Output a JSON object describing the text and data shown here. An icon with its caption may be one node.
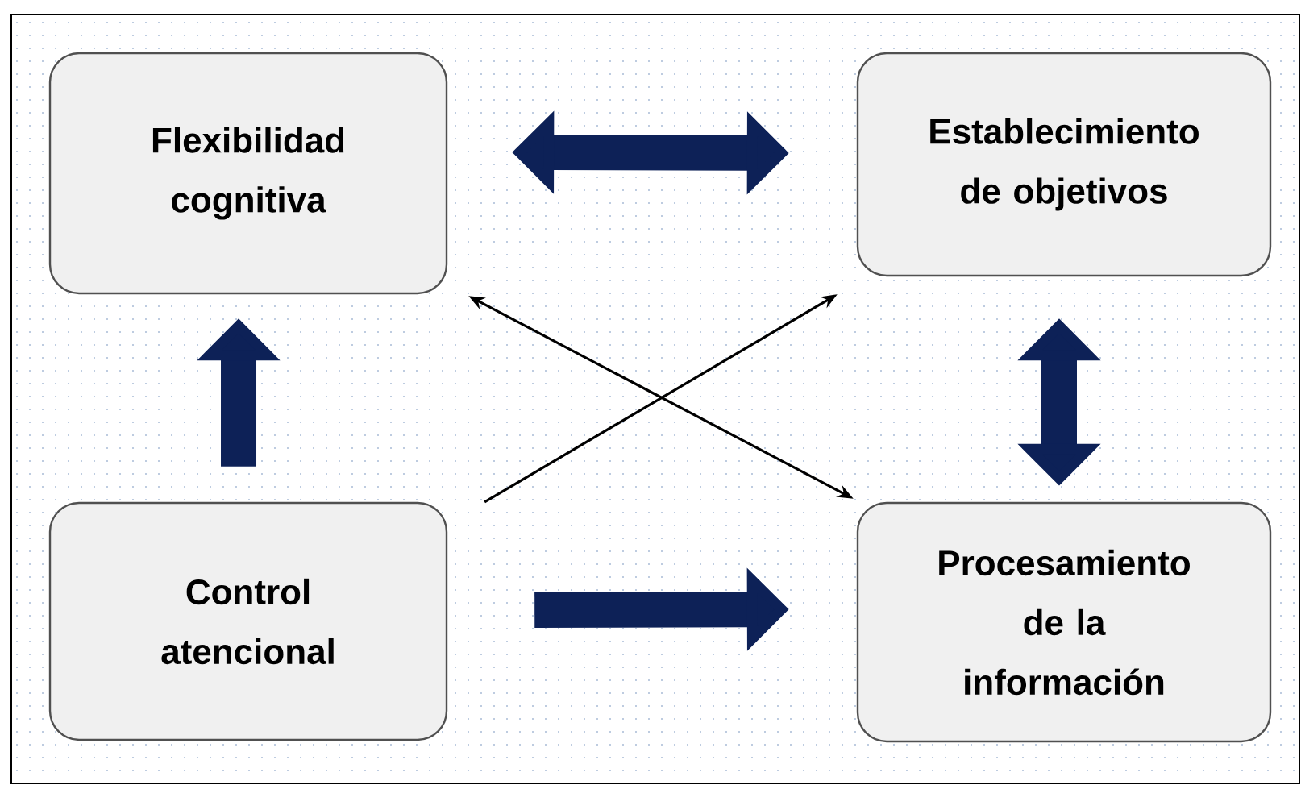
{
  "diagram": {
    "nodes": [
      {
        "text": [
          "Flexibilidad cognitiva"
        ]
      },
      {
        "text": [
          "Establecimiento de objetivos"
        ]
      },
      {
        "text": [
          "Control atencional"
        ]
      },
      {
        "text": [
          "Procesamiento de la información"
        ]
      }
    ],
    "edges": [
      {
        "from": 0,
        "to": 1,
        "arrow": "both"
      },
      {
        "from": 2,
        "to": 0,
        "arrow": "to"
      },
      {
        "from": 1,
        "to": 3,
        "arrow": "both"
      },
      {
        "from": 2,
        "to": 3,
        "arrow": "to"
      },
      {
        "from": 2,
        "to": 1,
        "arrow": "to",
        "color": "#000000"
      },
      {
        "from": 0,
        "to": 3,
        "arrow": "both",
        "color": "#000000"
      }
    ]
  }
}
